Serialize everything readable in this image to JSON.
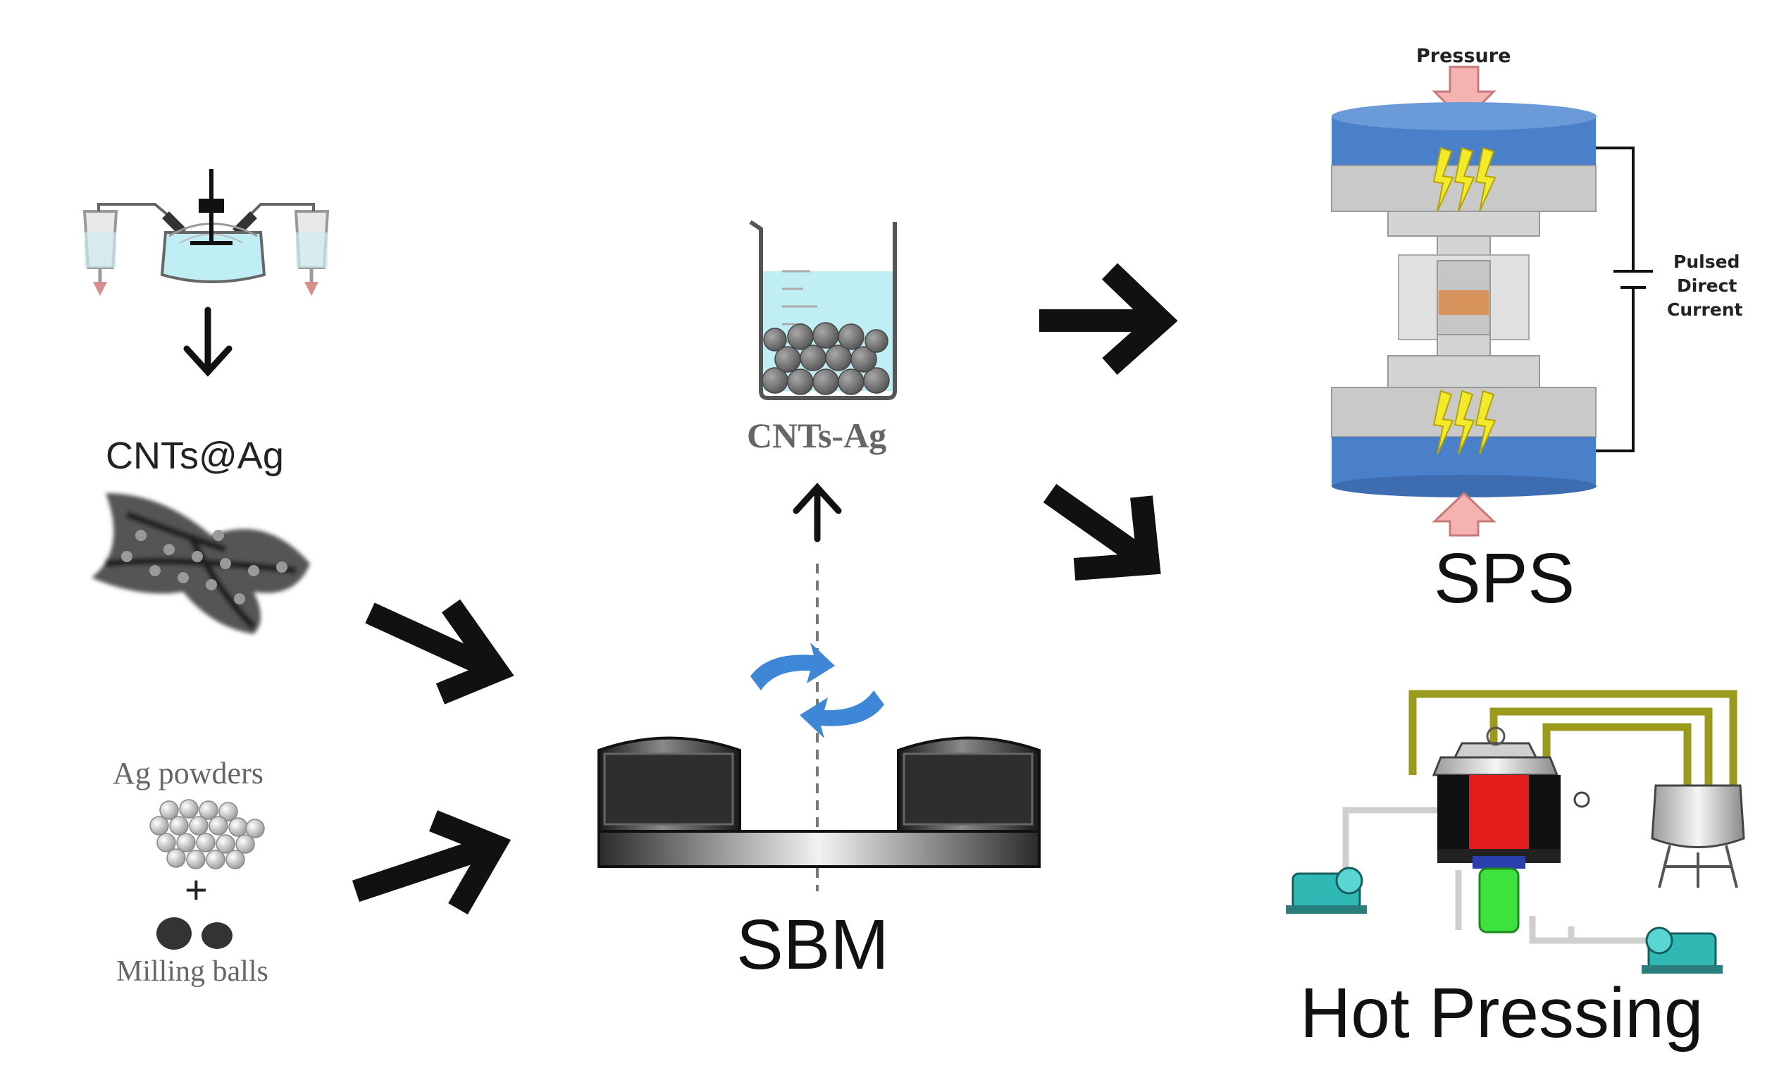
{
  "labels": {
    "cnts_at_ag": "CNTs@Ag",
    "ag_powders": "Ag powders",
    "plus": "+",
    "milling_balls": "Milling balls",
    "cnts_ag": "CNTs-Ag",
    "sbm": "SBM",
    "pressure": "Pressure",
    "pulsed": "Pulsed",
    "direct": "Direct",
    "current": "Current",
    "sps": "SPS",
    "hot_pressing": "Hot Pressing"
  },
  "icons": [
    "reactor-flask-icon",
    "beaker-icon",
    "rotation-arrows-icon",
    "ball-mill-icon",
    "sps-press-icon",
    "hot-press-system-icon",
    "pump-icon"
  ],
  "colors": {
    "arrow": "#111111",
    "sps_blue": "#4a80c9",
    "sps_gray": "#c9c9c9",
    "pressure_pink": "#f4b2b0",
    "lightning": "#f3ea2a",
    "sample": "#d9935d",
    "hp_red": "#e21b1b",
    "hp_green": "#3ee23e",
    "hp_frame": "#9a9a1c",
    "pump_teal": "#2fb8b4",
    "water": "#bfeef5",
    "rotation_blue": "#3d87d6"
  }
}
